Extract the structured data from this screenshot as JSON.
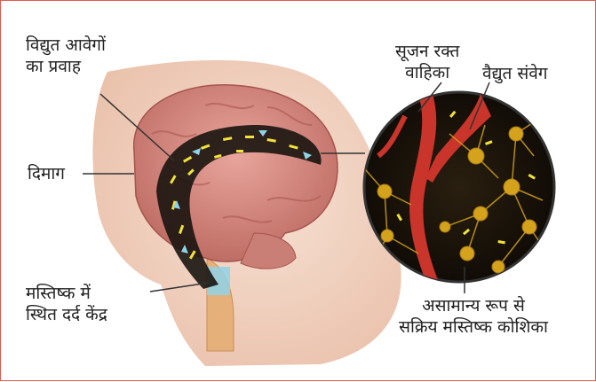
{
  "labels": {
    "impulse_flow": [
      "विद्युत आवेगों",
      "का प्रवाह"
    ],
    "brain": "दिमाग",
    "pain_center": [
      "मस्तिष्क में",
      "स्थित दर्द केंद्र"
    ],
    "swollen_vessel": [
      "सूजन रक्त",
      "वाहिका"
    ],
    "electric_impulse": "वैद्युत संवेग",
    "abnormal_cells": [
      "असामान्य रूप से",
      "सक्रिय मस्तिष्क कोशिका"
    ]
  },
  "colors": {
    "border": "#e05a4e",
    "brain": "#d98f86",
    "skin": "#f1d2c2",
    "circle_bg": "#1a140c",
    "vessel": "#c9342b",
    "neuron": "#d4a21c",
    "impulse": "#f2e23a",
    "pain_center": "#8fd3e8"
  }
}
